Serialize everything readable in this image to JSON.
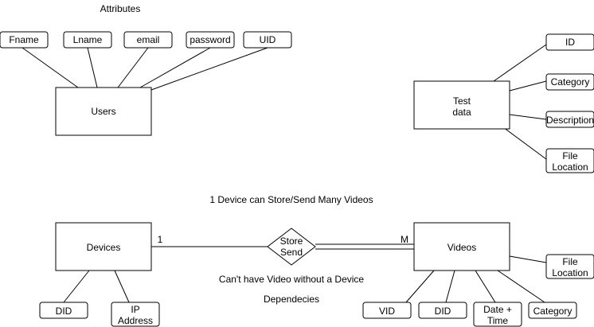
{
  "title": "Attributes",
  "users": {
    "entity": "Users",
    "attributes": [
      "Fname",
      "Lname",
      "email",
      "password",
      "UID"
    ]
  },
  "test_data": {
    "entity_line1": "Test",
    "entity_line2": "data",
    "attributes": {
      "id": "ID",
      "category": "Category",
      "description": "Description",
      "file_location_line1": "File",
      "file_location_line2": "Location"
    }
  },
  "relationship": {
    "caption": "1 Device can Store/Send Many Videos",
    "name_line1": "Store",
    "name_line2": "Send",
    "cardinality_left": "1",
    "cardinality_right": "M",
    "note1": "Can't have Video without a Device",
    "note2": "Dependecies"
  },
  "devices": {
    "entity": "Devices",
    "attr_did": "DID",
    "attr_ip_line1": "IP",
    "attr_ip_line2": "Address"
  },
  "videos": {
    "entity": "Videos",
    "attr_vid": "VID",
    "attr_did": "DID",
    "attr_dt_line1": "Date +",
    "attr_dt_line2": "Time",
    "attr_category": "Category",
    "attr_fl_line1": "File",
    "attr_fl_line2": "Location"
  }
}
